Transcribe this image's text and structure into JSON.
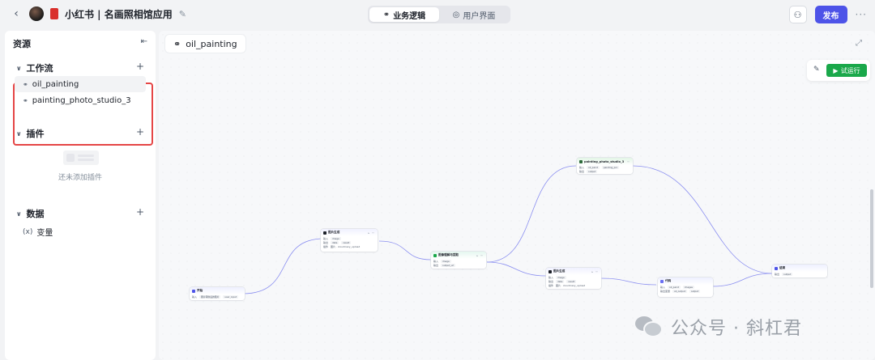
{
  "header": {
    "app_title": "小红书 | 名画照相馆应用",
    "tabs": [
      {
        "label": "业务逻辑",
        "active": true,
        "icon": "workflow-icon"
      },
      {
        "label": "用户界面",
        "active": false,
        "icon": "palette-icon"
      }
    ],
    "publish_label": "发布"
  },
  "sidebar": {
    "title": "资源",
    "workflow": {
      "title": "工作流",
      "items": [
        "oil_painting",
        "painting_photo_studio_3"
      ]
    },
    "plugin": {
      "title": "插件",
      "empty_text": "还未添加插件"
    },
    "data": {
      "title": "数据",
      "items": [
        "变量"
      ]
    }
  },
  "canvas": {
    "tab_label": "oil_painting",
    "run_label": "试运行",
    "nodes": {
      "start": {
        "title": "开始",
        "rows": [
          [
            "输入",
            "图片转换后的图片",
            "user_input"
          ]
        ]
      },
      "plugin_a": {
        "title": "图片生成",
        "rows": [
          [
            "输入",
            "image"
          ],
          [
            "输出",
            "data",
            "result"
          ],
          [
            "插件",
            "图片 · cloudinary_upload"
          ]
        ]
      },
      "llm": {
        "title": "图像理解与提取",
        "rows": [
          [
            "输入",
            "image"
          ],
          [
            "输出",
            "output_url"
          ]
        ]
      },
      "workflow": {
        "title": "painting_photo_studio_3",
        "rows": [
          [
            "输入",
            "oil_paint",
            "painting_pro"
          ],
          [
            "输出",
            "output"
          ]
        ]
      },
      "plugin_b": {
        "title": "图片生成",
        "rows": [
          [
            "输入",
            "image"
          ],
          [
            "输出",
            "data",
            "result"
          ],
          [
            "插件",
            "图片 · cloudinary_upload"
          ]
        ]
      },
      "code": {
        "title": "代码",
        "rows": [
          [
            "输入",
            "oil_paint",
            "images"
          ],
          [
            "输出变量",
            "oil_output",
            "output"
          ]
        ]
      },
      "end": {
        "title": "结束",
        "rows": [
          [
            "输出",
            "output"
          ]
        ]
      }
    }
  },
  "watermark": "公众号 · 斜杠君",
  "colors": {
    "accent": "#4d53e8",
    "run_green": "#1aa84a",
    "highlight": "#e54545",
    "edge": "#8b8ff0"
  }
}
